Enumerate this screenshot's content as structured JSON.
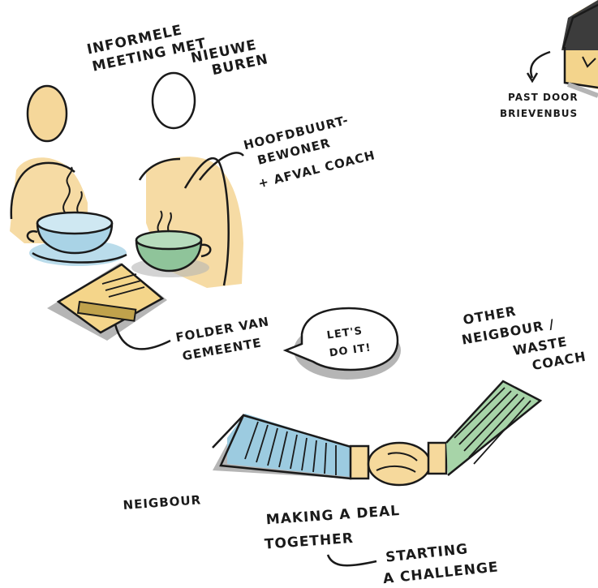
{
  "labels": {
    "informal_meeting": [
      "INFORMELE",
      "MEETING MET"
    ],
    "new_neighbors": [
      "NIEUWE",
      "BUREN"
    ],
    "head_resident": [
      "HOOFDBUURT-",
      "BEWONER",
      "+ AFVAL COACH"
    ],
    "through_mailbox": [
      "PAST DOOR",
      "BRIEVENBUS"
    ],
    "folder": [
      "FOLDER VAN",
      "GEMEENTE"
    ],
    "speech_bubble": [
      "LET'S",
      "DO IT!"
    ],
    "other_neighbour": [
      "OTHER",
      "NEIGBOUR /",
      "WASTE",
      "COACH"
    ],
    "neighbour": "NEIGBOUR",
    "making_deal": [
      "MAKING A DEAL",
      "TOGETHER"
    ],
    "starting_challenge": [
      "STARTING",
      "A CHALLENGE"
    ]
  },
  "colors": {
    "ink": "#1a1a1a",
    "person_yellow": "#f5d79a",
    "cup_blue": "#a9d3e6",
    "cup_green": "#8fc49a",
    "folder_yellow": "#f4d58a",
    "shadow_grey": "#b5b5b5",
    "sleeve_blue": "#9ccbe0",
    "sleeve_green": "#a7d4a8",
    "hand_yellow": "#f6d99c",
    "house_dark": "#3c3c3c"
  }
}
